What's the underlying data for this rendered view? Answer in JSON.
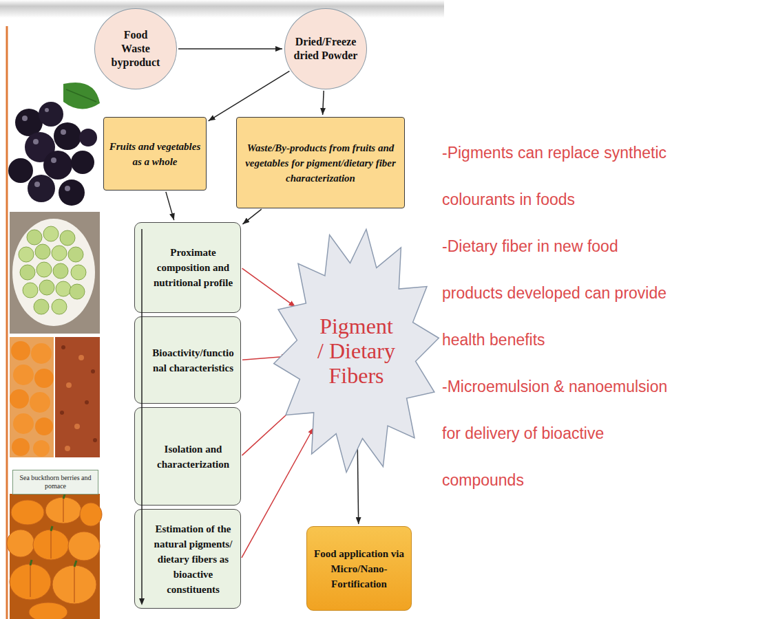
{
  "diagram": {
    "nodes": [
      {
        "text": [
          "Food Waste byproduct"
        ]
      },
      {
        "text": [
          "Dried/Freeze dried Powder"
        ]
      },
      {
        "text": [
          "Fruits and vegetables as a whole"
        ]
      },
      {
        "text": [
          "Waste/By-products from fruits and vegetables for pigment/dietary fiber characterization"
        ]
      },
      {
        "text": [
          "Proximate composition and nutritional profile"
        ]
      },
      {
        "text": [
          "Bioactivity/functional characteristics"
        ]
      },
      {
        "text": [
          "Isolation and characterization"
        ]
      },
      {
        "text": [
          "Estimation of the natural pigments/ dietary fibers as bioactive constituents"
        ]
      },
      {
        "text": [
          "Pigment / Dietary Fibers"
        ]
      },
      {
        "text": [
          "Food application via Micro/Nano-Fortification"
        ]
      },
      {
        "text": [
          "Sea buckthorn berries and pomace"
        ]
      }
    ],
    "edges": [
      {
        "from": 0,
        "to": 1,
        "arrow": "to"
      },
      {
        "from": 1,
        "to": 2,
        "arrow": "to"
      },
      {
        "from": 1,
        "to": 3,
        "arrow": "to"
      },
      {
        "from": 2,
        "to": 4,
        "arrow": "to"
      },
      {
        "from": 3,
        "to": 4,
        "arrow": "to"
      },
      {
        "from": 4,
        "to": 8,
        "arrow": "to"
      },
      {
        "from": 5,
        "to": 8,
        "arrow": "to"
      },
      {
        "from": 6,
        "to": 8,
        "arrow": "to"
      },
      {
        "from": 7,
        "to": 8,
        "arrow": "to"
      },
      {
        "from": 8,
        "to": 9,
        "arrow": "to"
      }
    ],
    "labels": [
      "-Pigments can replace synthetic colourants in foods",
      "-Dietary fiber in new food products developed can provide health benefits",
      "-Microemulsion & nanoemulsion for delivery of bioactive compounds"
    ]
  }
}
